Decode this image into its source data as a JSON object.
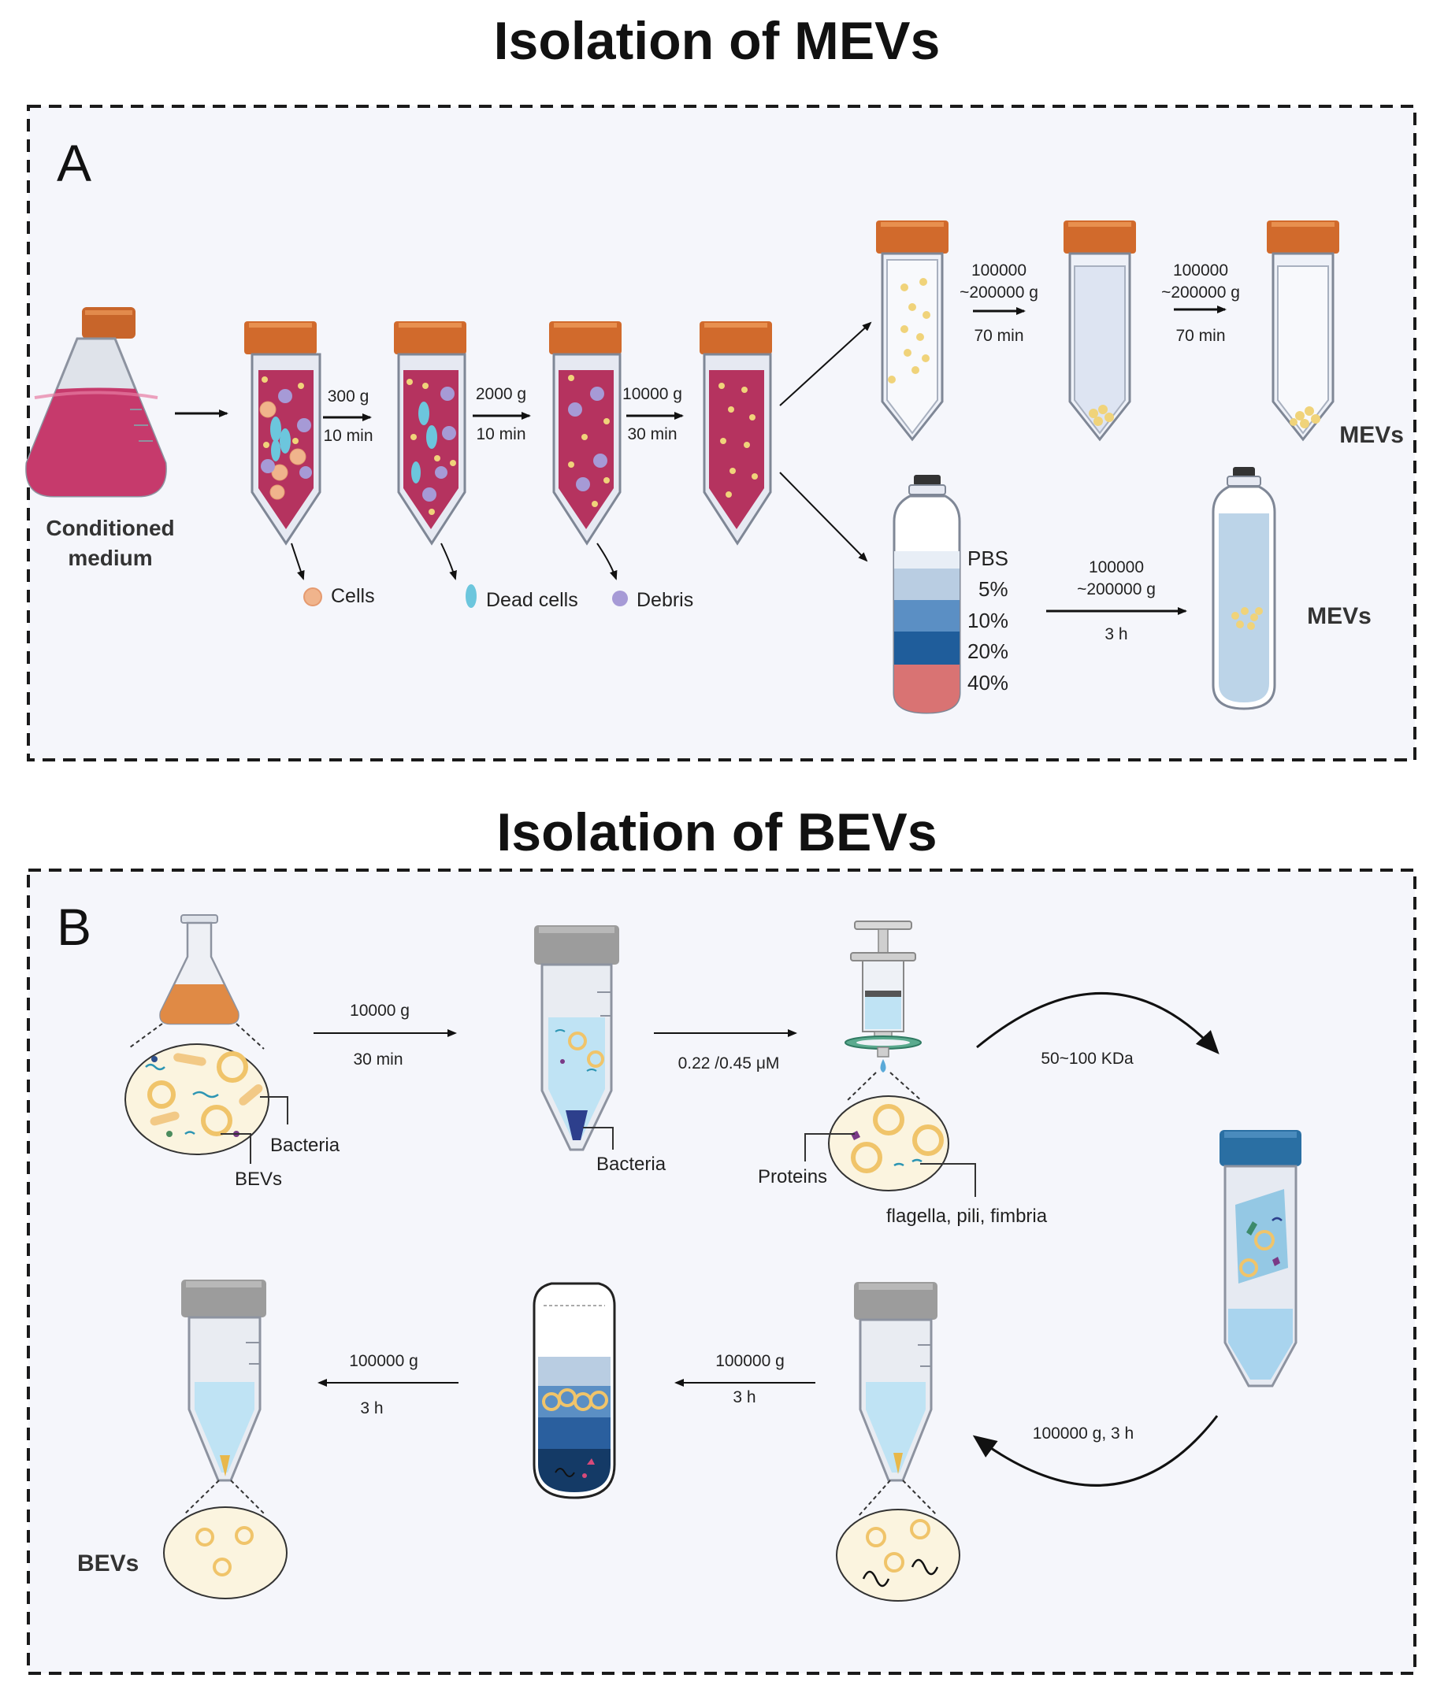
{
  "panel_a": {
    "title": "Isolation of MEVs",
    "letter": "A",
    "start_label_line1": "Conditioned",
    "start_label_line2": "medium",
    "steps": [
      {
        "speed": "300 g",
        "time": "10 min",
        "removed": "Cells"
      },
      {
        "speed": "2000 g",
        "time": "10 min",
        "removed": "Dead cells"
      },
      {
        "speed": "10000 g",
        "time": "30 min",
        "removed": "Debris"
      }
    ],
    "uc_step1": {
      "speed_line1": "100000",
      "speed_line2": "~200000 g",
      "time": "70 min"
    },
    "uc_step2": {
      "speed_line1": "100000",
      "speed_line2": "~200000 g",
      "time": "70 min"
    },
    "uc_result": "MEVs",
    "gradient_labels": [
      "PBS",
      "5%",
      "10%",
      "20%",
      "40%"
    ],
    "gradient_step": {
      "speed_line1": "100000",
      "speed_line2": "~200000 g",
      "time": "3 h"
    },
    "gradient_result": "MEVs",
    "colors": {
      "medium": "#b5335f",
      "cap": "#d16a2c",
      "cell": "#f0b48c",
      "dead_cell": "#6cc6dd",
      "debris": "#a69ad6",
      "mev": "#f0d37a"
    }
  },
  "panel_b": {
    "title": "Isolation of BEVs",
    "letter": "B",
    "flask_labels": {
      "bacteria": "Bacteria",
      "bevs": "BEVs"
    },
    "step1": {
      "speed": "10000 g",
      "time": "30 min"
    },
    "tube_label": "Bacteria",
    "filter_step": "0.22 /0.45 μM",
    "filter_labels": {
      "proteins": "Proteins",
      "appendages": "flagella, pili, fimbria"
    },
    "ultrafiltration": "50~100 KDa",
    "uc_to_tube": "100000 g, 3 h",
    "gradient_step": {
      "speed": "100000  g",
      "time": "3 h"
    },
    "final_step": {
      "speed": "100000  g",
      "time": "3 h"
    },
    "final_label": "BEVs",
    "colors": {
      "broth": "#e08a45",
      "liquid": "#bfe3f4",
      "cap_gray": "#9c9c9c",
      "cap_blue": "#2a6fa3",
      "vesicle": "#f0d37a"
    }
  }
}
